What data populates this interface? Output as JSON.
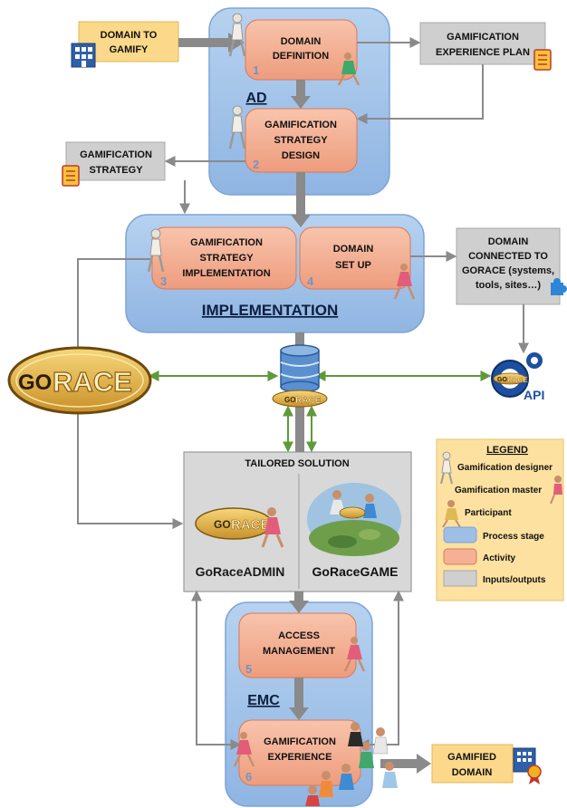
{
  "inputs": {
    "domain_to_gamify": [
      "DOMAIN TO",
      "GAMIFY"
    ],
    "experience_plan": [
      "GAMIFICATION",
      "EXPERIENCE PLAN"
    ],
    "strategy": [
      "GAMIFICATION",
      "STRATEGY"
    ],
    "domain_connected": [
      "DOMAIN",
      "CONNECTED TO",
      "GORACE (systems,",
      "tools, sites…)"
    ],
    "gamified_domain": [
      "GAMIFIED",
      "DOMAIN"
    ]
  },
  "stages": {
    "ad": "AD",
    "implementation": "IMPLEMENTATION",
    "emc": "EMC"
  },
  "activities": [
    {
      "number": "1",
      "lines": [
        "DOMAIN",
        "DEFINITION"
      ]
    },
    {
      "number": "2",
      "lines": [
        "GAMIFICATION",
        "STRATEGY",
        "DESIGN"
      ]
    },
    {
      "number": "3",
      "lines": [
        "GAMIFICATION",
        "STRATEGY",
        "IMPLEMENTATION"
      ]
    },
    {
      "number": "4",
      "lines": [
        "DOMAIN",
        "SET UP"
      ]
    },
    {
      "number": "5",
      "lines": [
        "ACCESS",
        "MANAGEMENT"
      ]
    },
    {
      "number": "6",
      "lines": [
        "GAMIFICATION",
        "EXPERIENCE"
      ]
    }
  ],
  "tailored": {
    "title": "TAILORED SOLUTION",
    "admin": "GoRaceADMIN",
    "game": "GoRaceGAME"
  },
  "logos": {
    "go": "GO",
    "race": "RACE",
    "api": "API"
  },
  "legend": {
    "title": "LEGEND",
    "items": [
      "Gamification designer",
      "Gamification master",
      "Participant",
      "Process stage",
      "Activity",
      "Inputs/outputs"
    ]
  },
  "colors": {
    "process_stage": "#9dbfe6",
    "activity": "#f5b196",
    "io": "#cfcfcf",
    "input_yellow": "#fbd88a",
    "legend_bg": "#fde1a0",
    "arrow_gray": "#8a8a8a",
    "arrow_green": "#5f9a3a"
  }
}
